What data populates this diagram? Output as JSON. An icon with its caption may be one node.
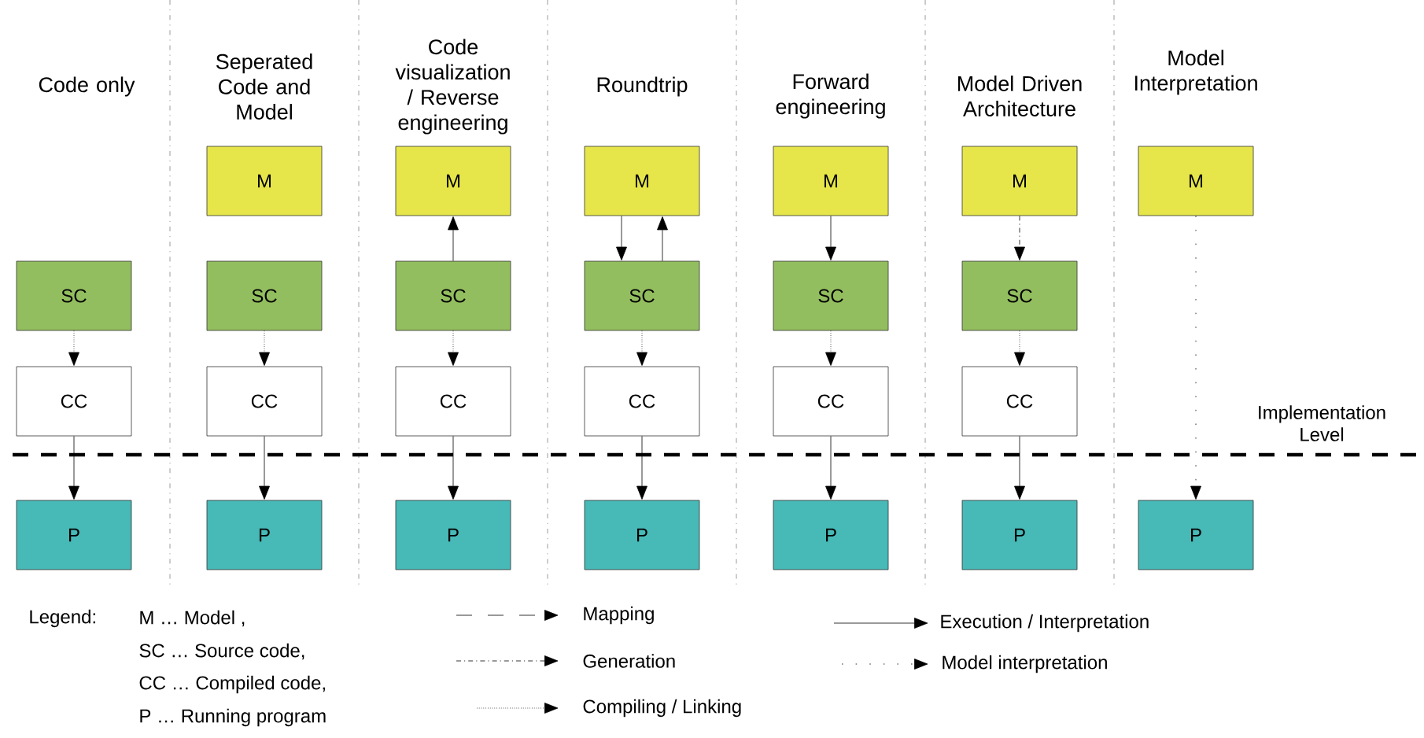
{
  "diagram": {
    "nodes": [
      {
        "text": [
          "SC"
        ]
      },
      {
        "text": [
          "CC"
        ]
      },
      {
        "text": [
          "P"
        ]
      },
      {
        "text": [
          "M"
        ]
      },
      {
        "text": [
          "SC"
        ]
      },
      {
        "text": [
          "CC"
        ]
      },
      {
        "text": [
          "P"
        ]
      },
      {
        "text": [
          "M"
        ]
      },
      {
        "text": [
          "SC"
        ]
      },
      {
        "text": [
          "CC"
        ]
      },
      {
        "text": [
          "P"
        ]
      },
      {
        "text": [
          "M"
        ]
      },
      {
        "text": [
          "SC"
        ]
      },
      {
        "text": [
          "CC"
        ]
      },
      {
        "text": [
          "P"
        ]
      },
      {
        "text": [
          "M"
        ]
      },
      {
        "text": [
          "SC"
        ]
      },
      {
        "text": [
          "CC"
        ]
      },
      {
        "text": [
          "P"
        ]
      },
      {
        "text": [
          "M"
        ]
      },
      {
        "text": [
          "SC"
        ]
      },
      {
        "text": [
          "CC"
        ]
      },
      {
        "text": [
          "P"
        ]
      },
      {
        "text": [
          "M"
        ]
      },
      {
        "text": [
          "P"
        ]
      }
    ],
    "edges": [
      {
        "from": 0,
        "to": 1,
        "arrow": "to",
        "style": "dashed"
      },
      {
        "from": 1,
        "to": 2,
        "arrow": "to"
      },
      {
        "from": 4,
        "to": 5,
        "arrow": "to",
        "style": "dashed"
      },
      {
        "from": 5,
        "to": 6,
        "arrow": "to"
      },
      {
        "from": 8,
        "to": 7,
        "arrow": "to"
      },
      {
        "from": 8,
        "to": 9,
        "arrow": "to",
        "style": "dashed"
      },
      {
        "from": 9,
        "to": 10,
        "arrow": "to"
      },
      {
        "from": 11,
        "to": 12,
        "arrow": "to"
      },
      {
        "from": 12,
        "to": 11,
        "arrow": "to"
      },
      {
        "from": 12,
        "to": 13,
        "arrow": "to",
        "style": "dashed"
      },
      {
        "from": 13,
        "to": 14,
        "arrow": "to"
      },
      {
        "from": 15,
        "to": 16,
        "arrow": "to"
      },
      {
        "from": 16,
        "to": 17,
        "arrow": "to",
        "style": "dashed"
      },
      {
        "from": 17,
        "to": 18,
        "arrow": "to"
      },
      {
        "from": 19,
        "to": 20,
        "arrow": "to",
        "style": "dashed"
      },
      {
        "from": 20,
        "to": 21,
        "arrow": "to",
        "style": "dashed"
      },
      {
        "from": 21,
        "to": 22,
        "arrow": "to"
      },
      {
        "from": 23,
        "to": 24,
        "arrow": "to",
        "style": "dashed"
      }
    ],
    "labels": [
      "Code only",
      "Seperated Code and Model",
      "Code visualization / Reverse engineering",
      "Roundtrip",
      "Forward engineering",
      "Model Driven Architecture",
      "Model Interpretation",
      "Implementation Level",
      "Legend:",
      "M … Model ,",
      "SC … Source code,",
      "CC … Compiled code,",
      "P … Running program"
    ],
    "legend": [
      {
        "text": "Mapping"
      },
      {
        "text": "Generation"
      },
      {
        "text": "Compiling / Linking"
      },
      {
        "text": "Execution / Interpretation"
      },
      {
        "text": "Model interpretation"
      }
    ]
  }
}
